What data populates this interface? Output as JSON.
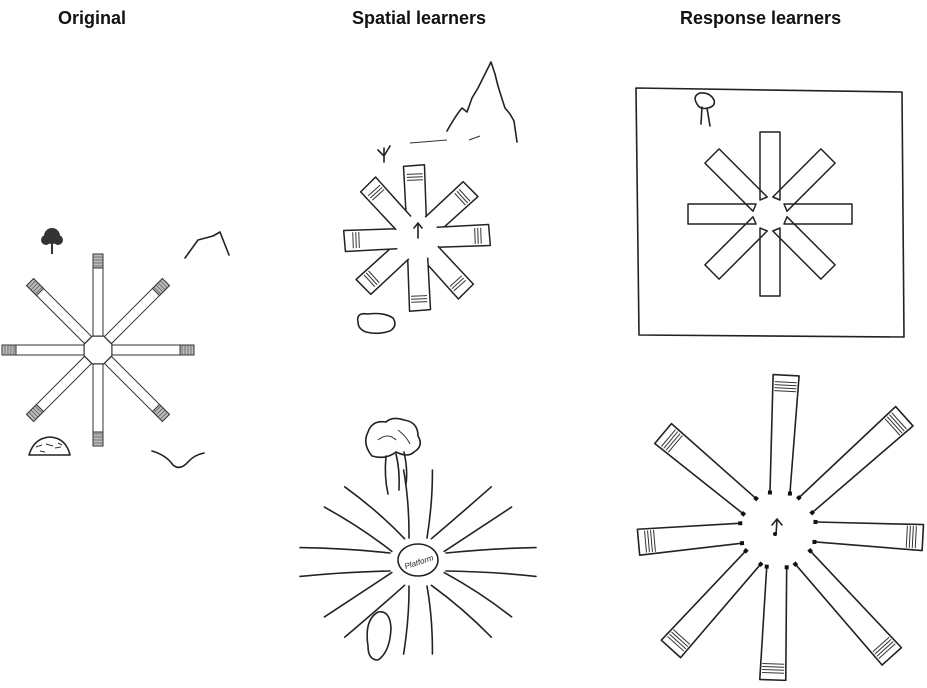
{
  "headings": {
    "original": "Original",
    "spatial": "Spatial learners",
    "response": "Response learners"
  },
  "annotations": {
    "spatial_center_word": "Platform"
  },
  "colors": {
    "ink": "#222222",
    "background": "#ffffff"
  },
  "panels": [
    {
      "id": "original",
      "content": "eight-arm radial maze with tree, mountain, rock, curve cues"
    },
    {
      "id": "spatial-1",
      "content": "sketch of maze with cues"
    },
    {
      "id": "spatial-2",
      "content": "sketch of maze with tree and oval cue"
    },
    {
      "id": "response-1",
      "content": "maze inside rectangle with small tree"
    },
    {
      "id": "response-2",
      "content": "maze sketch with arrow in center"
    }
  ]
}
